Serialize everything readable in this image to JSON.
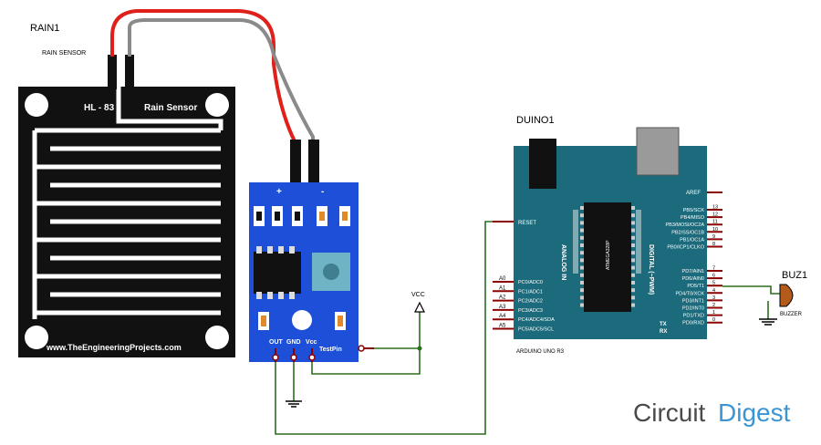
{
  "rain_sensor": {
    "ref": "RAIN1",
    "label": "RAIN SENSOR",
    "model": "HL - 83",
    "title": "Rain Sensor",
    "website": "www.TheEngineeringProjects.com"
  },
  "module": {
    "plus": "+",
    "minus": "-",
    "pin_out": "OUT",
    "pin_gnd": "GND",
    "pin_vcc": "Vcc",
    "pin_test": "TestPin"
  },
  "vcc_label": "VCC",
  "arduino": {
    "ref": "DUINO1",
    "model": "ARDUINO UNO R3",
    "reset": "RESET",
    "aref": "AREF",
    "analog_title": "ANALOG IN",
    "digital_title": "DIGITAL (~PWM)",
    "chip_text": "ATMEGA328P",
    "tx": "TX",
    "rx": "RX",
    "analog_pins": [
      {
        "num": "A0",
        "name": "PC0/ADC0"
      },
      {
        "num": "A1",
        "name": "PC1/ADC1"
      },
      {
        "num": "A2",
        "name": "PC2/ADC2"
      },
      {
        "num": "A3",
        "name": "PC3/ADC3"
      },
      {
        "num": "A4",
        "name": "PC4/ADC4/SDA"
      },
      {
        "num": "A5",
        "name": "PC5/ADC5/SCL"
      }
    ],
    "digital_pins_top": [
      {
        "num": "13",
        "name": "PB5/SCK"
      },
      {
        "num": "12",
        "name": "PB4/MISO"
      },
      {
        "num": "11",
        "name": "PB3/MOSI/OC2A"
      },
      {
        "num": "10",
        "name": "PB2/SS/OC1B"
      },
      {
        "num": "9",
        "name": "PB1/OC1A"
      },
      {
        "num": "8",
        "name": "PB0/ICP1/CLKO"
      }
    ],
    "digital_pins_bottom": [
      {
        "num": "7",
        "name": "PD7/AIN1"
      },
      {
        "num": "6",
        "name": "PD6/AIN0"
      },
      {
        "num": "5",
        "name": "PD5/T1"
      },
      {
        "num": "4",
        "name": "PD4/T0/XCK"
      },
      {
        "num": "3",
        "name": "PD3/INT1"
      },
      {
        "num": "2",
        "name": "PD2/INT0"
      },
      {
        "num": "1",
        "name": "PD1/TXD"
      },
      {
        "num": "0",
        "name": "PD0/RXD"
      }
    ]
  },
  "buzzer": {
    "ref": "BUZ1",
    "label": "BUZZER"
  },
  "logo": {
    "word1": "Circuit",
    "word2": "Digest"
  },
  "colors": {
    "wire": "#2b6e1f",
    "pin": "#8b0000",
    "sensor_board": "#111111",
    "module_board": "#1e4fd8",
    "arduino_board": "#1b6b7c",
    "cable_red": "#e0201a",
    "cable_grey": "#8a8a8a",
    "logo_blue": "#3b95d3"
  }
}
